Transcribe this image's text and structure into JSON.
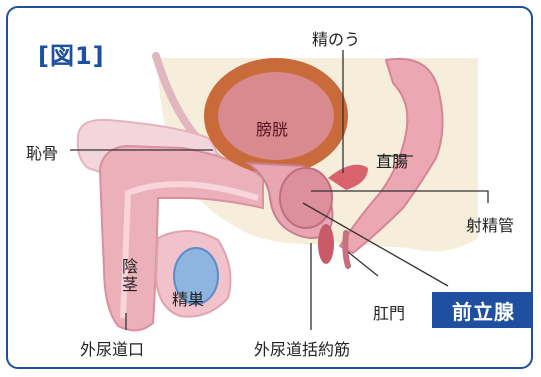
{
  "figure_label": "[図1]",
  "labels": {
    "seminal_vesicle": "精のう",
    "bladder": "膀胱",
    "pubic_bone": "恥骨",
    "rectum": "直腸",
    "ejaculatory_duct": "射精管",
    "penis": "陰茎",
    "testis": "精巣",
    "anus": "肛門",
    "prostate": "前立腺",
    "urethral_opening": "外尿道口",
    "urethral_sphincter": "外尿道括約筋"
  },
  "colors": {
    "frame": "#1e4fa0",
    "highlight_bg": "#1e4fa0",
    "tissue": "#e6a3b0",
    "bladder": "#c86a3a",
    "testis": "#8fb4e0"
  }
}
